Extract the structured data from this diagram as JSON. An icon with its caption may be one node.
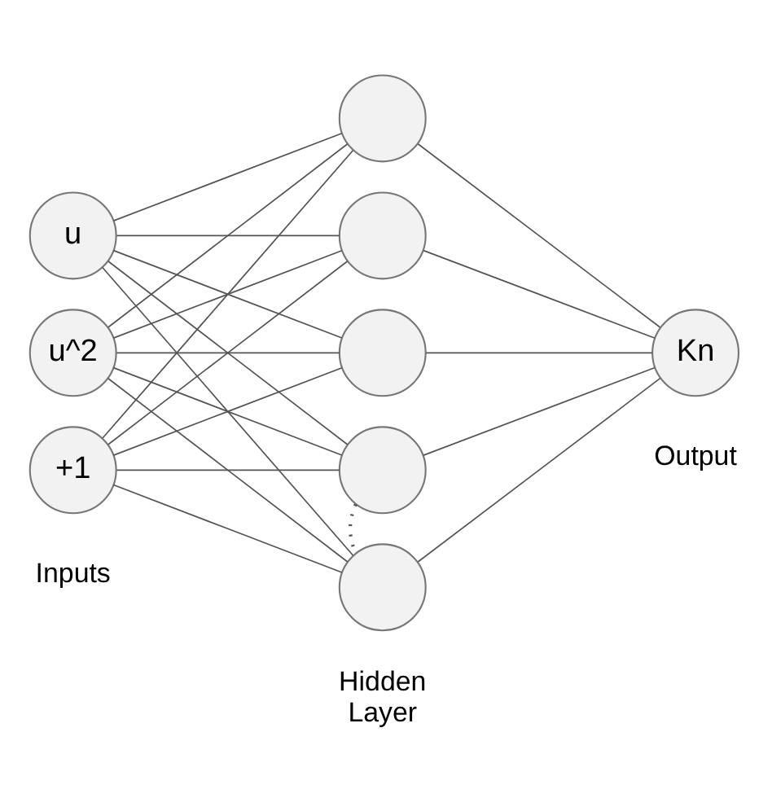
{
  "diagram": {
    "nodes": [
      {
        "text": [
          "u"
        ]
      },
      {
        "text": [
          "u^2"
        ]
      },
      {
        "text": [
          "+1"
        ]
      },
      {
        "text": [],
        "shape": "circle"
      },
      {
        "text": [],
        "shape": "circle"
      },
      {
        "text": [],
        "shape": "circle"
      },
      {
        "text": [],
        "shape": "circle"
      },
      {
        "text": [],
        "shape": "circle"
      },
      {
        "text": [
          "Kn"
        ]
      }
    ],
    "edges": [
      {
        "from": 0,
        "to": 3,
        "arrow": "none"
      },
      {
        "from": 0,
        "to": 4,
        "arrow": "none"
      },
      {
        "from": 0,
        "to": 5,
        "arrow": "none"
      },
      {
        "from": 0,
        "to": 6,
        "arrow": "none"
      },
      {
        "from": 0,
        "to": 7,
        "arrow": "none"
      },
      {
        "from": 1,
        "to": 3,
        "arrow": "none"
      },
      {
        "from": 1,
        "to": 4,
        "arrow": "none"
      },
      {
        "from": 1,
        "to": 5,
        "arrow": "none"
      },
      {
        "from": 1,
        "to": 6,
        "arrow": "none"
      },
      {
        "from": 1,
        "to": 7,
        "arrow": "none"
      },
      {
        "from": 2,
        "to": 3,
        "arrow": "none"
      },
      {
        "from": 2,
        "to": 4,
        "arrow": "none"
      },
      {
        "from": 2,
        "to": 5,
        "arrow": "none"
      },
      {
        "from": 2,
        "to": 6,
        "arrow": "none"
      },
      {
        "from": 2,
        "to": 7,
        "arrow": "none"
      },
      {
        "from": 3,
        "to": 8,
        "arrow": "none"
      },
      {
        "from": 4,
        "to": 8,
        "arrow": "none"
      },
      {
        "from": 5,
        "to": 8,
        "arrow": "none"
      },
      {
        "from": 6,
        "to": 8,
        "arrow": "none"
      },
      {
        "from": 7,
        "to": 8,
        "arrow": "none"
      },
      {
        "from": 6,
        "to": 7,
        "arrow": "none",
        "style": "dashed"
      }
    ],
    "labels": [
      "Inputs",
      "Hidden Layer",
      "Output"
    ]
  }
}
